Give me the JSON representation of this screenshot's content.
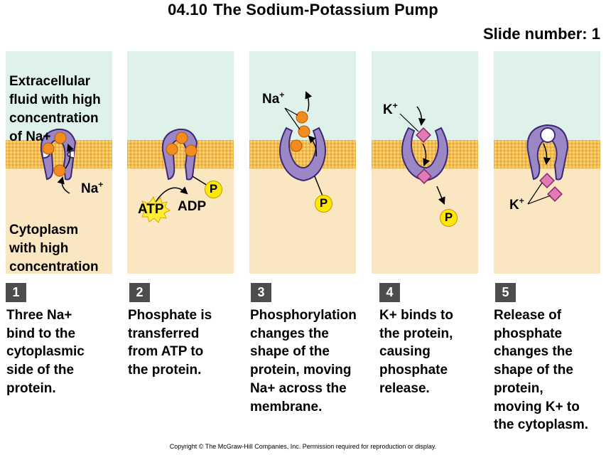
{
  "header": {
    "number": "04.10",
    "title": "The Sodium-Potassium Pump",
    "slide": "Slide number: 1"
  },
  "labels": {
    "extracellular": "Extracellular\nfluid with high\nconcentration\nof Na+",
    "cytoplasm": "Cytoplasm\nwith high\nconcentration\nof K+",
    "na": "Na",
    "k": "K",
    "plus": "+",
    "atp": "ATP",
    "adp": "ADP",
    "phosphate": "P"
  },
  "steps": [
    {
      "number": "1",
      "caption": "Three Na+\nbind to the\ncytoplasmic\nside of the\nprotein."
    },
    {
      "number": "2",
      "caption": "Phosphate is\ntransferred\nfrom ATP to\nthe protein."
    },
    {
      "number": "3",
      "caption": "Phosphorylation\nchanges the\nshape of the\nprotein, moving\nNa+ across the\nmembrane."
    },
    {
      "number": "4",
      "caption": "K+ binds to\nthe protein,\ncausing\nphosphate\nrelease."
    },
    {
      "number": "5",
      "caption": "Release of\nphosphate\nchanges the\nshape of the\nprotein,\nmoving K+ to\nthe cytoplasm."
    }
  ],
  "copyright": "Copyright © The McGraw-Hill Companies, Inc. Permission required for reproduction or display.",
  "colors": {
    "extracellular": "#dff2ea",
    "cytoplasm": "#fbe6c2",
    "membrane": "#f7c560",
    "protein": "#9b87c6",
    "protein_outline": "#3a2a78",
    "sodium": "#f28c20",
    "potassium": "#e07bb5",
    "phosphate": "#ffe800",
    "atp": "#ffee33"
  }
}
